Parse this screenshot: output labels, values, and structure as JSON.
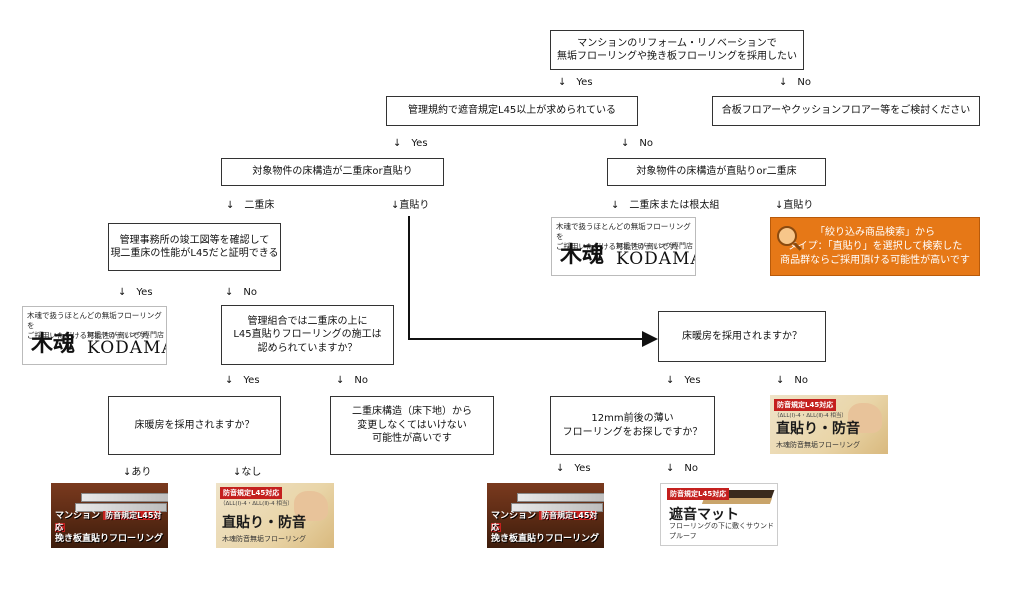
{
  "nodes": {
    "root": [
      "マンションのリフォーム・リノベーションで",
      "無垢フローリングや挽き板フローリングを採用したい"
    ],
    "kiyaku": "管理規約で遮音規定L45以上が求められている",
    "gohan": "合板フロアーやクッションフロアー等をご検討ください",
    "taisho_left": "対象物件の床構造が二重床or直貼り",
    "taisho_right": "対象物件の床構造が直貼りor二重床",
    "kanri_jimusho": [
      "管理事務所の竣工図等を確認して",
      "現二重床の性能がL45だと証明できる"
    ],
    "kanri_kumiai": [
      "管理組合では二重床の上に",
      "L45直貼りフローリングの施工は",
      "認められていますか？"
    ],
    "yukadanbo_center": "床暖房を採用されますか？",
    "yukadanbo_left": "床暖房を採用されますか？",
    "nijuyuka_kozo": [
      "二重床構造（床下地）から",
      "変更しなくてはいけない",
      "可能性が高いです"
    ],
    "thin_floor": [
      "12mm前後の薄い",
      "フローリングをお探しですか？"
    ],
    "search_box": [
      "「絞り込み商品検索」から",
      "タイプ：「直貼り」を選択して検索した",
      "商品群ならご採用頂ける可能性が高いです"
    ]
  },
  "labels": {
    "arrow": "↓",
    "yes": "Yes",
    "no": "No",
    "nijuyuka": "二重床",
    "jikabari": "↓直貼り",
    "nijuyuka_or_netaigumi": "二重床または根太組",
    "jikabari_right": "↓直貼り",
    "ari": "↓あり",
    "nashi": "↓なし"
  },
  "banners": {
    "kodama": {
      "text": [
        "木魂で扱うほとんどの無垢フローリングを",
        "ご採用いただける可能性が高いです。"
      ],
      "logo": "木魂",
      "logo_sub": "KODAMA",
      "sub": "無垢フローリング専門店",
      "brand": "KODAMA"
    },
    "jikabari_boon": {
      "tag": "防音規定L45対応",
      "tag_sub": "（ΔLL(Ⅰ)-4・ΔLL(Ⅱ)-4 相当）",
      "head": "直貼り・防音",
      "small": "木魂防音無垢フローリング"
    },
    "mansion": {
      "line1": "マンション",
      "line1_tag": "防音規定L45対応",
      "line2": "挽き板直貼りフローリング"
    },
    "mat": {
      "tag": "防音規定L45対応",
      "head": "遮音マット",
      "small": "フローリングの下に敷くサウンドプルーフ"
    }
  },
  "colors": {
    "accent_orange": "#e67817",
    "badge_red": "#c4201e",
    "border": "#333333"
  }
}
